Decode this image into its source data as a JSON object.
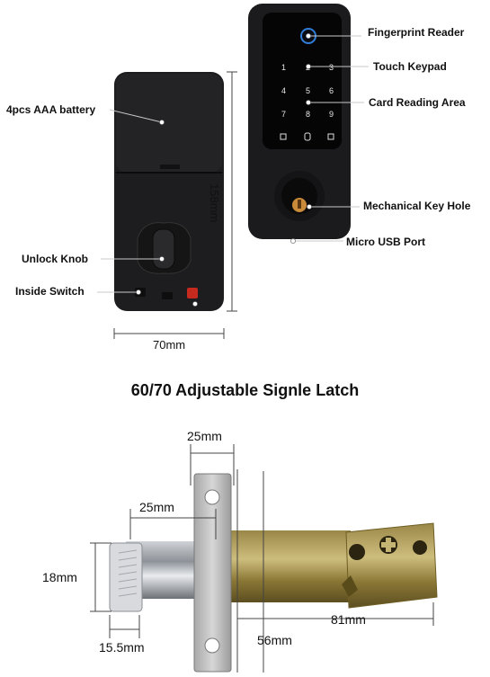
{
  "callouts": {
    "fingerprint": "Fingerprint Reader",
    "keypad": "Touch Keypad",
    "card": "Card Reading Area",
    "keyhole": "Mechanical Key Hole",
    "usb": "Micro USB Port",
    "battery": "4pcs AAA battery",
    "knob": "Unlock Knob",
    "switch": "Inside Switch"
  },
  "dimensions": {
    "height": "158mm",
    "width": "70mm",
    "latch_top": "25mm",
    "latch_inner": "25mm",
    "latch_height": "18mm",
    "latch_total": "81mm",
    "latch_face": "15.5mm",
    "latch_backset": "56mm"
  },
  "keypad": [
    "1",
    "2",
    "3",
    "4",
    "5",
    "6",
    "7",
    "8",
    "9",
    "⚿",
    "0",
    "⚿"
  ],
  "latch_title": "60/70  Adjustable Signle Latch"
}
